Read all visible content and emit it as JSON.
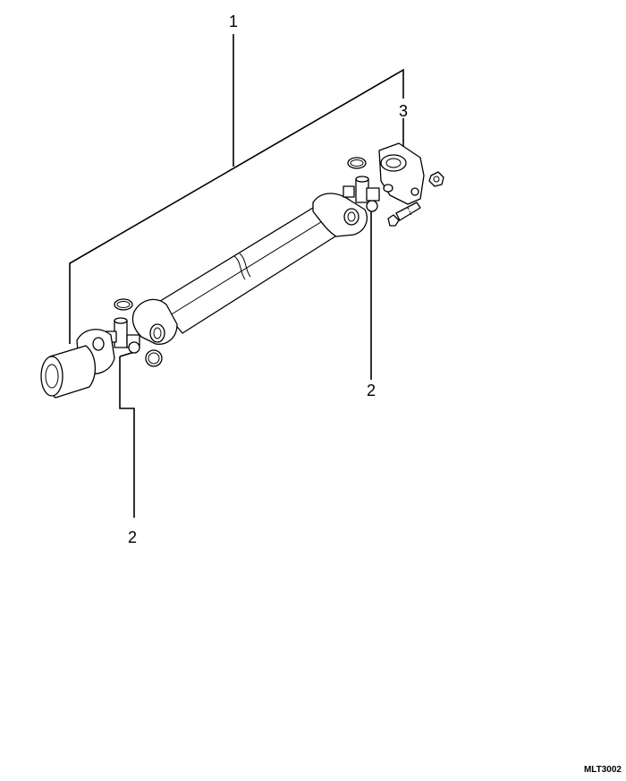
{
  "callouts": {
    "c1": "1",
    "c2_left": "2",
    "c2_right": "2",
    "c3": "3"
  },
  "figure_code": "MLT3002"
}
